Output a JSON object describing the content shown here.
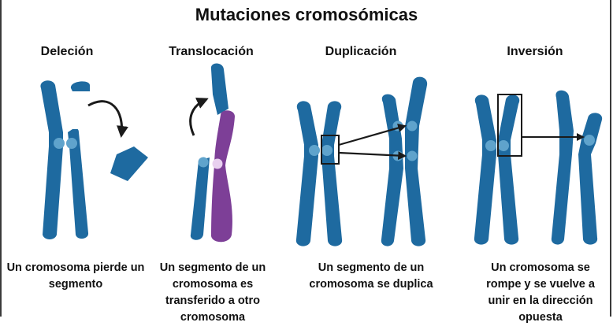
{
  "title": "Mutaciones cromosómicas",
  "colors": {
    "chromosome": "#1e6aa0",
    "chromosome_dark": "#15557f",
    "centromere": "#5fa3cc",
    "translocated": "#7d3f97",
    "arrow": "#1a1a1a"
  },
  "panels": [
    {
      "title": "Deleción",
      "caption": "Un cromosoma pierde un segmento"
    },
    {
      "title": "Translocación",
      "caption": "Un segmento de un cromosoma es transferido a otro cromosoma"
    },
    {
      "title": "Duplicación",
      "caption": "Un segmento de un cromosoma se duplica"
    },
    {
      "title": "Inversión",
      "caption": "Un cromosoma se rompe y se vuelve a unir en la dirección opuesta"
    }
  ]
}
